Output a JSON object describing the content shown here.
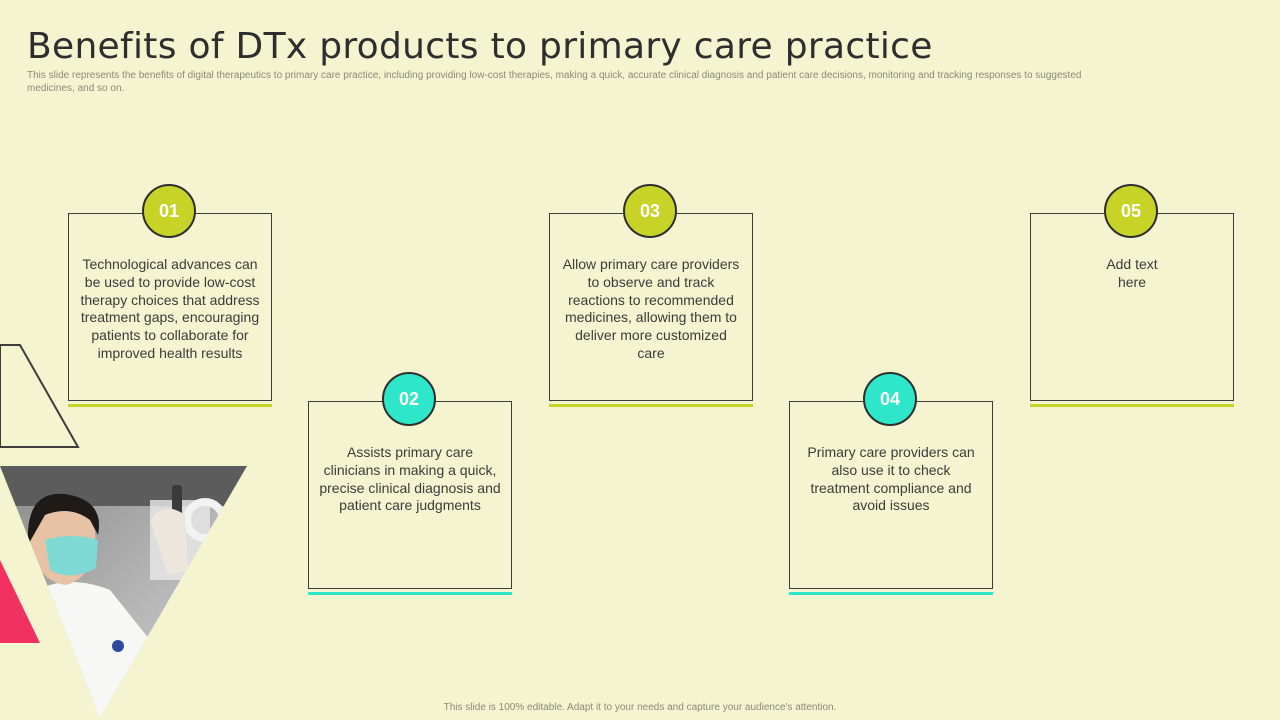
{
  "slide": {
    "title": "Benefits of DTx products to primary care practice",
    "subtitle": "This slide represents the benefits of digital therapeutics to primary care practice, including providing low-cost therapies, making a quick, accurate clinical diagnosis and patient care decisions, monitoring and tracking responses to suggested medicines, and so on.",
    "footer": "This slide is 100% editable. Adapt it to your needs and capture your audience's attention."
  },
  "colors": {
    "background": "#f5f4d0",
    "olive_accent": "#c8d327",
    "teal_accent": "#2ee6c9",
    "pink_accent": "#f1315f",
    "border": "#3d3d3d"
  },
  "cards": [
    {
      "number": "01",
      "text": "Technological advances can be used to provide low-cost therapy choices that address treatment gaps, encouraging patients to collaborate for improved health results",
      "accent": "#c8d327"
    },
    {
      "number": "02",
      "text": "Assists primary care clinicians in making a quick, precise clinical diagnosis and patient care judgments",
      "accent": "#2ee6c9"
    },
    {
      "number": "03",
      "text": "Allow primary care providers to observe and track reactions to recommended medicines, allowing them to deliver more customized care",
      "accent": "#c8d327"
    },
    {
      "number": "04",
      "text": "Primary care providers can also use it to check treatment compliance and avoid issues",
      "accent": "#2ee6c9"
    },
    {
      "number": "05",
      "text": "Add text here",
      "accent": "#c8d327"
    }
  ],
  "image": {
    "icon": "doctor-with-vial-photo"
  }
}
